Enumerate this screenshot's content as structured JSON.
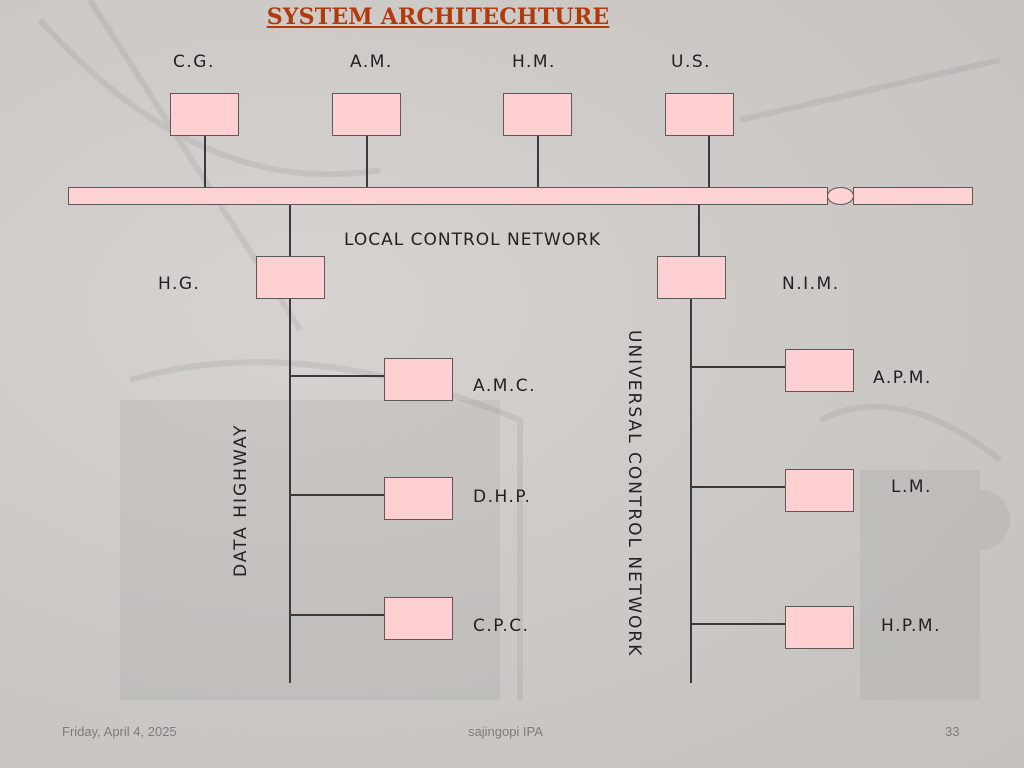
{
  "title": "SYSTEM ARCHITECHTURE",
  "top_nodes": [
    "C.G.",
    "A.M.",
    "H.M.",
    "U.S."
  ],
  "local_network_label": "LOCAL CONTROL NETWORK",
  "gateway_left": "H.G.",
  "gateway_right": "N.I.M.",
  "data_highway_label": "DATA HIGHWAY",
  "universal_network_label": "UNIVERSAL CONTROL NETWORK",
  "left_devices": [
    "A.M.C.",
    "D.H.P.",
    "C.P.C."
  ],
  "right_devices": [
    "A.P.M.",
    "L.M.",
    "H.P.M."
  ],
  "footer": {
    "date": "Friday, April 4, 2025",
    "author": "sajingopi IPA",
    "page_number": "33"
  },
  "colors": {
    "title": "#b23a0a",
    "box_fill": "#ffcfd1",
    "line": "#3a3a3a"
  }
}
